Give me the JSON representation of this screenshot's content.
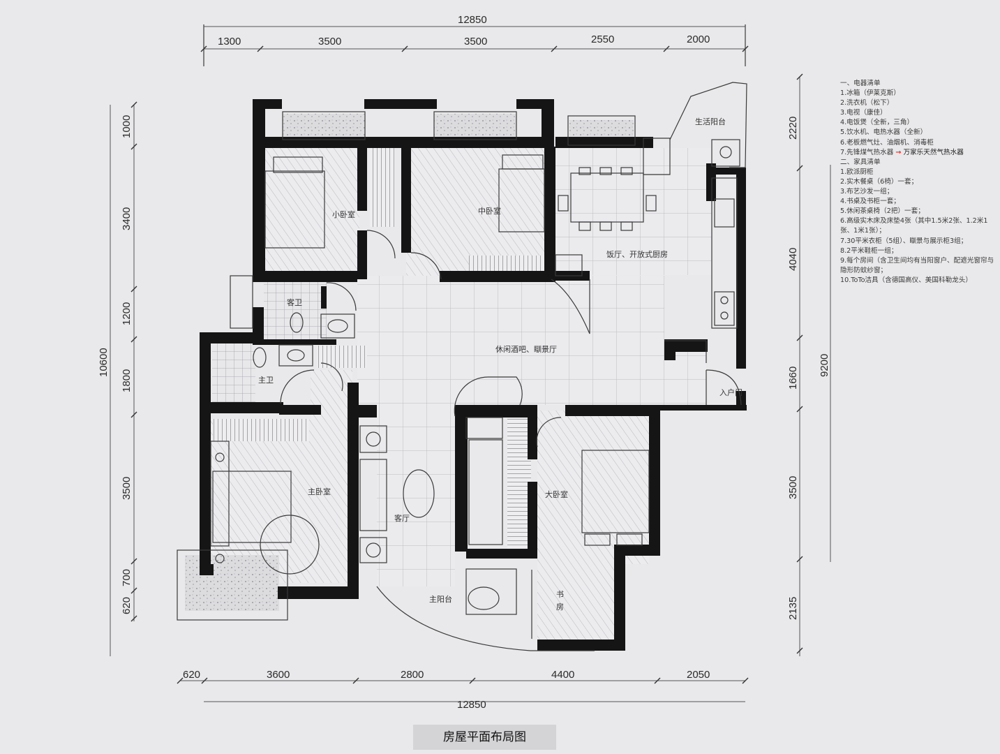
{
  "dimensions": {
    "top_total": "12850",
    "top_segments": [
      "1300",
      "3500",
      "3500",
      "2550",
      "2000"
    ],
    "bottom_total": "12850",
    "bottom_segments": [
      "620",
      "3600",
      "2800",
      "4400",
      "2050"
    ],
    "left_total": "10600",
    "left_segments": [
      "1000",
      "3400",
      "1200",
      "1800",
      "3500",
      "700",
      "620"
    ],
    "right_total": "9200",
    "right_segments": [
      "2220",
      "4040",
      "1660",
      "3500",
      "2135"
    ]
  },
  "rooms": {
    "small_bedroom": "小卧室",
    "middle_bedroom": "中卧室",
    "dining_kitchen": "饭厅、开放式厨房",
    "service_balcony": "生活阳台",
    "guest_bath": "客卫",
    "lounge_bar": "休闲酒吧、瞓景厅",
    "master_bath": "主卫",
    "entrance_door": "入户门",
    "master_bedroom": "主卧室",
    "living_room": "客厅",
    "large_bedroom": "大卧室",
    "master_balcony": "主阳台",
    "study_char1": "书",
    "study_char2": "房"
  },
  "legend": {
    "appliances_header": "一、电器清单",
    "appliances": [
      "1.冰箱（伊莱克斯）",
      "2.洗衣机（松下）",
      "3.电视（康佳）",
      "4.电饭煲（全新，三角）",
      "5.饮水机、电热水器（全新）",
      "6.老板燃气灶、油烟机、消毒柜",
      "7.先锋煤气热水器"
    ],
    "appliance_7_note": "万家乐天然气热水器",
    "furniture_header": "二、家具清单",
    "furniture": [
      "1.欧派厨柜",
      "2.实木餐桌（6椅）一套；",
      "3.布艺沙发一组；",
      "4.书桌及书柜一套；",
      "5.休闲茶桌椅（2把）一套；",
      "6.高级实木床及床垫4张（其中1.5米2张、1.2米1张、1米1张）；",
      "7.30平米衣柜（5组）、瞓景与展示柜3组；",
      "8.2平米鞋柜一组；",
      "9.每个房间（含卫生间均有当阳窗户、配遮光窗帘与隐形防蚊纱窗；",
      "10.ToTo洁具（含德国高仪、美国科勒龙头）"
    ]
  },
  "caption": "房屋平面布局图"
}
